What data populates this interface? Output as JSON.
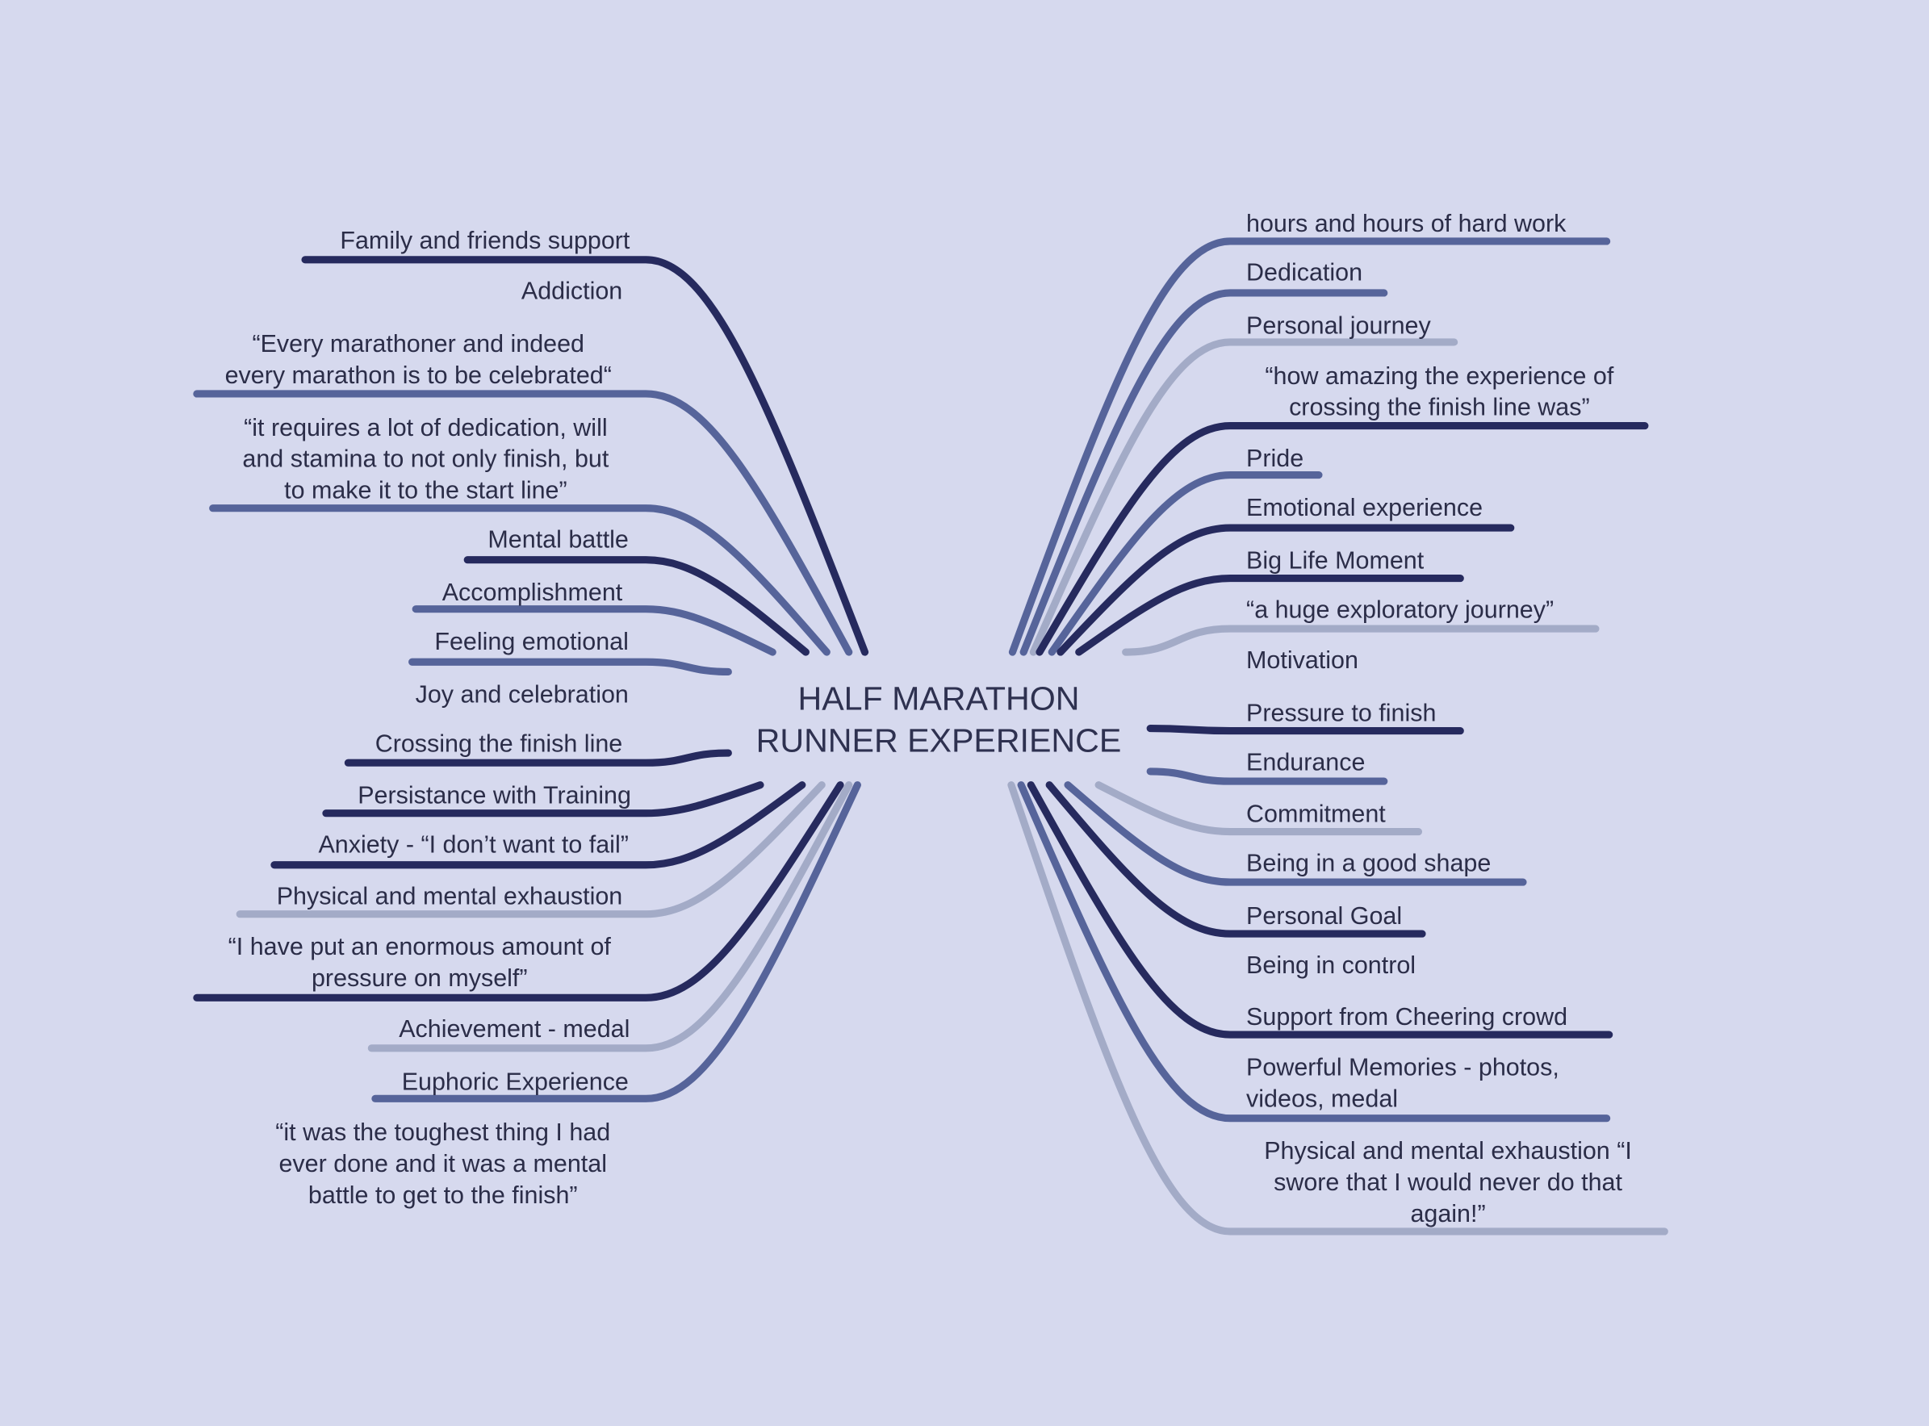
{
  "title": {
    "lines": [
      "HALF MARATHON",
      "RUNNER EXPERIENCE"
    ]
  },
  "colors": {
    "background": "#d6d9ee",
    "dark": "#262a5e",
    "mid": "#56649a",
    "light": "#a3abc7",
    "text": "#2b2d48"
  },
  "left_branches": [
    {
      "lines": [
        "Family and friends support"
      ],
      "tone": "dark"
    },
    {
      "lines": [
        "Addiction"
      ],
      "tone": "none"
    },
    {
      "lines": [
        "“Every marathoner and indeed",
        "every marathon is to be celebrated“"
      ],
      "tone": "mid"
    },
    {
      "lines": [
        "“it requires a lot of dedication, will",
        "and stamina to not only finish, but",
        "to make it to the start line”"
      ],
      "tone": "mid"
    },
    {
      "lines": [
        "Mental battle"
      ],
      "tone": "dark"
    },
    {
      "lines": [
        "Accomplishment"
      ],
      "tone": "mid"
    },
    {
      "lines": [
        "Feeling emotional"
      ],
      "tone": "mid"
    },
    {
      "lines": [
        "Joy and celebration"
      ],
      "tone": "none"
    },
    {
      "lines": [
        "Crossing the finish line"
      ],
      "tone": "dark"
    },
    {
      "lines": [
        "Persistance with Training"
      ],
      "tone": "dark"
    },
    {
      "lines": [
        "Anxiety - “I don’t want to fail”"
      ],
      "tone": "dark"
    },
    {
      "lines": [
        "Physical and mental exhaustion"
      ],
      "tone": "light"
    },
    {
      "lines": [
        "“I have put an enormous amount of",
        "pressure on myself”"
      ],
      "tone": "dark"
    },
    {
      "lines": [
        "Achievement - medal"
      ],
      "tone": "light"
    },
    {
      "lines": [
        "Euphoric Experience"
      ],
      "tone": "mid"
    },
    {
      "lines": [
        "“it was the toughest thing I had",
        "ever done and it was a mental",
        "battle to get to the finish”"
      ],
      "tone": "none"
    }
  ],
  "right_branches": [
    {
      "lines": [
        "hours and hours of hard work"
      ],
      "tone": "mid"
    },
    {
      "lines": [
        "Dedication"
      ],
      "tone": "mid"
    },
    {
      "lines": [
        "Personal journey"
      ],
      "tone": "light"
    },
    {
      "lines": [
        "“how amazing the experience of",
        "crossing the finish line was”"
      ],
      "tone": "dark"
    },
    {
      "lines": [
        "Pride"
      ],
      "tone": "mid"
    },
    {
      "lines": [
        "Emotional experience"
      ],
      "tone": "dark"
    },
    {
      "lines": [
        "Big Life Moment"
      ],
      "tone": "dark"
    },
    {
      "lines": [
        "“a huge exploratory journey”"
      ],
      "tone": "light"
    },
    {
      "lines": [
        "Motivation"
      ],
      "tone": "none"
    },
    {
      "lines": [
        "Pressure to finish"
      ],
      "tone": "dark"
    },
    {
      "lines": [
        "Endurance"
      ],
      "tone": "mid"
    },
    {
      "lines": [
        "Commitment"
      ],
      "tone": "light"
    },
    {
      "lines": [
        "Being in a good shape"
      ],
      "tone": "mid"
    },
    {
      "lines": [
        "Personal Goal"
      ],
      "tone": "dark"
    },
    {
      "lines": [
        "Being in control"
      ],
      "tone": "none"
    },
    {
      "lines": [
        "Support from Cheering crowd"
      ],
      "tone": "dark"
    },
    {
      "lines": [
        "Powerful Memories - photos,",
        "videos, medal"
      ],
      "tone": "mid"
    },
    {
      "lines": [
        "Physical and mental exhaustion “I",
        "swore that I would never do that",
        "again!”"
      ],
      "tone": "light"
    }
  ]
}
